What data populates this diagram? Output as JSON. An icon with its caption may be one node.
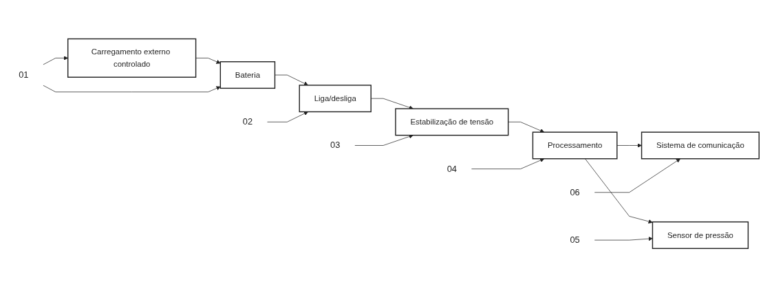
{
  "diagram": {
    "nodes": [
      {
        "text": [
          "Carregamento externo controlado"
        ]
      },
      {
        "text": [
          "Bateria"
        ]
      },
      {
        "text": [
          "Liga/desliga"
        ]
      },
      {
        "text": [
          "Estabilização de tensão"
        ]
      },
      {
        "text": [
          "Processamento"
        ]
      },
      {
        "text": [
          "Sistema de comunicação"
        ]
      },
      {
        "text": [
          "Sensor de pressão"
        ]
      },
      {
        "text": [
          "01"
        ]
      },
      {
        "text": [
          "02"
        ]
      },
      {
        "text": [
          "03"
        ]
      },
      {
        "text": [
          "04"
        ]
      },
      {
        "text": [
          "06"
        ]
      },
      {
        "text": [
          "05"
        ]
      }
    ],
    "edges": [
      {
        "from": 0,
        "to": 1,
        "arrow": "to"
      },
      {
        "from": 1,
        "to": 2,
        "arrow": "to"
      },
      {
        "from": 2,
        "to": 3,
        "arrow": "to"
      },
      {
        "from": 3,
        "to": 4,
        "arrow": "to"
      },
      {
        "from": 4,
        "to": 5,
        "arrow": "to"
      },
      {
        "from": 4,
        "to": 6,
        "arrow": "to"
      },
      {
        "from": 7,
        "to": 0,
        "arrow": "to"
      },
      {
        "from": 7,
        "to": 1,
        "arrow": "to"
      },
      {
        "from": 8,
        "to": 2,
        "arrow": "to"
      },
      {
        "from": 9,
        "to": 3,
        "arrow": "to"
      },
      {
        "from": 10,
        "to": 4,
        "arrow": "to"
      },
      {
        "from": 11,
        "to": 5,
        "arrow": "to"
      },
      {
        "from": 12,
        "to": 6,
        "arrow": "to"
      }
    ]
  }
}
